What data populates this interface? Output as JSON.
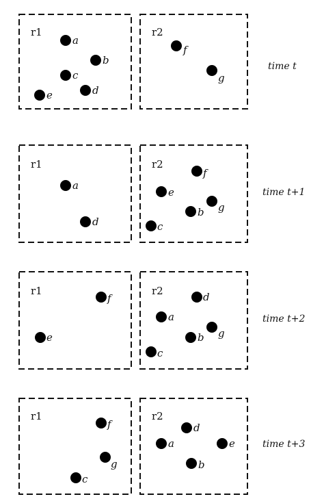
{
  "colors": {
    "ink": "#000000",
    "background": "#ffffff"
  },
  "snapshots": [
    {
      "time_label": "time t",
      "regions": [
        {
          "label": "r1",
          "points": [
            "a",
            "b",
            "c",
            "d",
            "e"
          ]
        },
        {
          "label": "r2",
          "points": [
            "f",
            "g"
          ]
        }
      ]
    },
    {
      "time_label": "time t+1",
      "regions": [
        {
          "label": "r1",
          "points": [
            "a",
            "d"
          ]
        },
        {
          "label": "r2",
          "points": [
            "f",
            "e",
            "g",
            "b",
            "c"
          ]
        }
      ]
    },
    {
      "time_label": "time t+2",
      "regions": [
        {
          "label": "r1",
          "points": [
            "f",
            "e"
          ]
        },
        {
          "label": "r2",
          "points": [
            "d",
            "a",
            "g",
            "b",
            "c"
          ]
        }
      ]
    },
    {
      "time_label": "time t+3",
      "regions": [
        {
          "label": "r1",
          "points": [
            "f",
            "g",
            "c"
          ]
        },
        {
          "label": "r2",
          "points": [
            "d",
            "a",
            "e",
            "b"
          ]
        }
      ]
    }
  ]
}
